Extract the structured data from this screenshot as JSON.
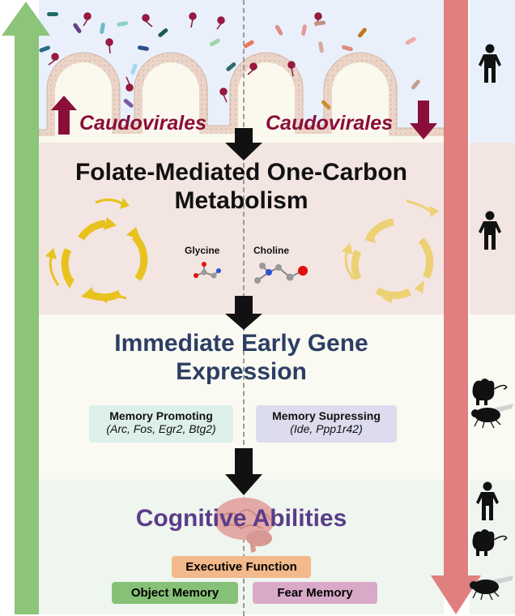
{
  "sections": {
    "gut": {
      "left_label": "Caudovirales",
      "right_label": "Caudovirales",
      "left_direction": "up",
      "right_direction": "down"
    },
    "folate": {
      "title_line1": "Folate-Mediated One-Carbon",
      "title_line2": "Metabolism",
      "molecules": [
        {
          "name": "Glycine"
        },
        {
          "name": "Choline"
        }
      ]
    },
    "ieg": {
      "title_line1": "Immediate Early Gene",
      "title_line2": "Expression",
      "promoting": {
        "heading": "Memory Promoting",
        "genes": "(Arc, Fos, Egr2, Btg2)"
      },
      "supressing": {
        "heading": "Memory Supressing",
        "genes": "(Ide, Ppp1r42)"
      }
    },
    "cognitive": {
      "title": "Cognitive Abilities",
      "abilities": [
        {
          "label": "Executive Function",
          "color": "#f3b98a"
        },
        {
          "label": "Object Memory",
          "color": "#86c177"
        },
        {
          "label": "Fear Memory",
          "color": "#d9a9c8"
        }
      ]
    }
  },
  "side_organisms": {
    "gut": [
      "human"
    ],
    "folate": [
      "human"
    ],
    "ieg": [
      "mouse",
      "fly"
    ],
    "cognitive": [
      "human",
      "mouse",
      "fly"
    ]
  },
  "colors": {
    "increase_arrow": "#8cc47a",
    "decrease_arrow": "#e07f80",
    "caudovirales": "#8b0e3a",
    "flow_arrow": "#111111",
    "cycle": "#e8c21e"
  }
}
